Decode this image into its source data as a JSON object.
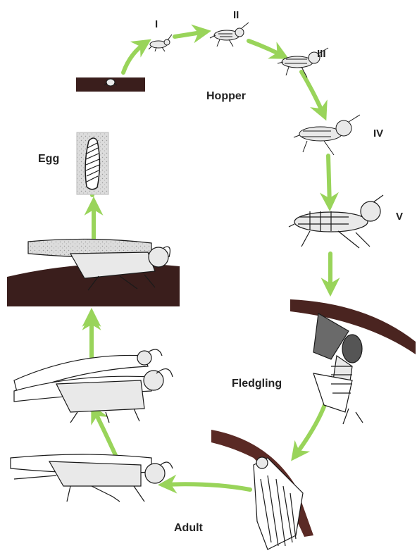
{
  "labels": {
    "stage_i": "I",
    "stage_ii": "II",
    "stage_iii": "III",
    "stage_iv": "IV",
    "stage_v": "V",
    "hopper": "Hopper",
    "egg": "Egg",
    "fledgling": "Fledgling",
    "adult": "Adult"
  },
  "colors": {
    "arrow": "#99d45a",
    "ground": "#3a1e1c",
    "outline": "#1a1a1a",
    "body_shade": "#e9e9e9",
    "egg_pod_bg": "#d9d9d9"
  }
}
